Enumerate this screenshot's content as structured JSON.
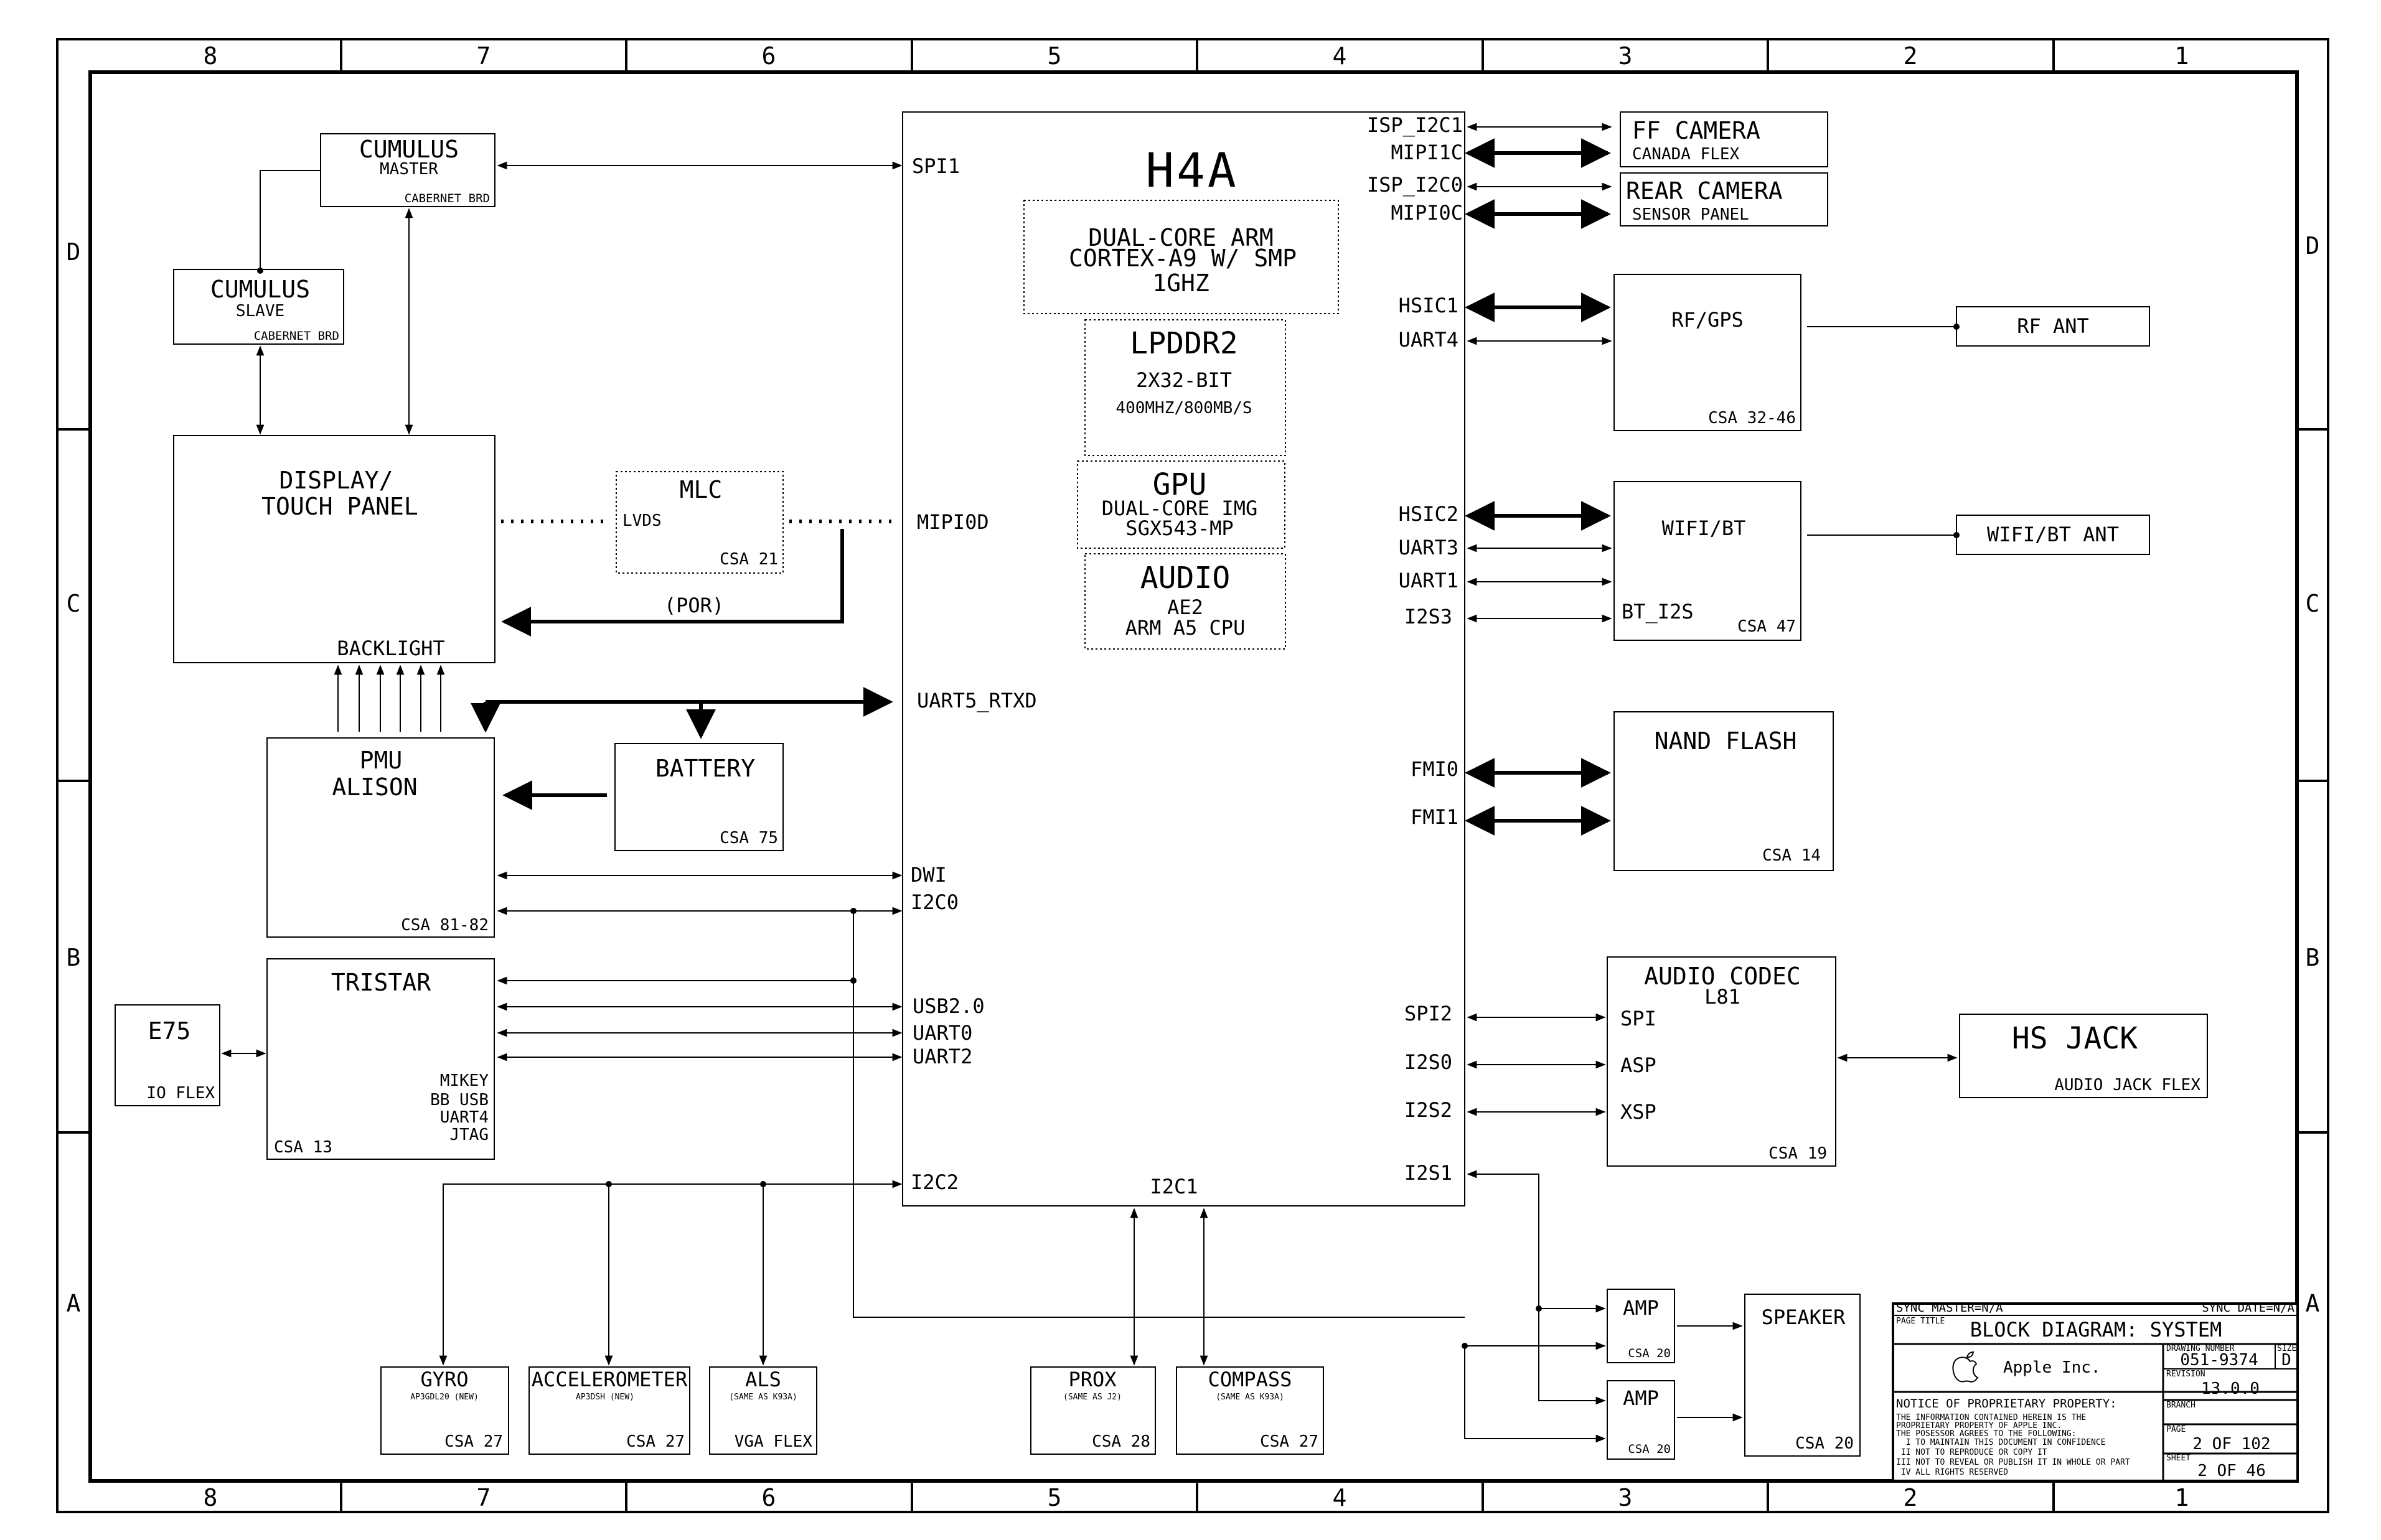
{
  "zone_columns": [
    "8",
    "7",
    "6",
    "5",
    "4",
    "3",
    "2",
    "1"
  ],
  "zone_rows": [
    "D",
    "C",
    "B",
    "A"
  ],
  "soc": {
    "name": "H4A",
    "cpu": [
      "DUAL-CORE ARM",
      "CORTEX-A9 W/ SMP",
      "1GHZ"
    ],
    "ram": {
      "title": "LPDDR2",
      "line1": "2X32-BIT",
      "line2": "400MHZ/800MB/S"
    },
    "gpu": {
      "title": "GPU",
      "line1": "DUAL-CORE IMG",
      "line2": "SGX543-MP"
    },
    "audio": {
      "title": "AUDIO",
      "line1": "AE2",
      "line2": "ARM A5 CPU"
    },
    "left_pins": [
      "SPI1",
      "MIPI0D",
      "UART5_RTXD",
      "DWI",
      "I2C0",
      "USB2.0",
      "UART0",
      "UART2",
      "I2C2"
    ],
    "bottom_pin": "I2C1",
    "right_pins": [
      "ISP_I2C1",
      "MIPI1C",
      "ISP_I2C0",
      "MIPI0C",
      "HSIC1",
      "UART4",
      "HSIC2",
      "UART3",
      "UART1",
      "I2S3",
      "FMI0",
      "FMI1",
      "SPI2",
      "I2S0",
      "I2S2",
      "I2S1"
    ]
  },
  "blocks": {
    "cumulus_master": {
      "title": "CUMULUS",
      "sub": "MASTER",
      "tag": "CABERNET BRD"
    },
    "cumulus_slave": {
      "title": "CUMULUS",
      "sub": "SLAVE",
      "tag": "CABERNET BRD"
    },
    "display": {
      "line1": "DISPLAY/",
      "line2": "TOUCH PANEL",
      "backlight": "BACKLIGHT"
    },
    "mlc": {
      "title": "MLC",
      "sub": "LVDS",
      "csa": "CSA 21"
    },
    "por": "(POR)",
    "pmu": {
      "line1": "PMU",
      "line2": "ALISON",
      "csa": "CSA 81-82"
    },
    "battery": {
      "title": "BATTERY",
      "csa": "CSA 75"
    },
    "tristar": {
      "title": "TRISTAR",
      "signals": [
        "MIKEY",
        "BB USB",
        "UART4",
        "JTAG"
      ],
      "csa": "CSA 13"
    },
    "e75": {
      "title": "E75",
      "tag": "IO FLEX"
    },
    "gyro": {
      "title": "GYRO",
      "sub": "AP3GDL20 (NEW)",
      "csa": "CSA 27"
    },
    "accel": {
      "title": "ACCELEROMETER",
      "sub": "AP3DSH (NEW)",
      "csa": "CSA 27"
    },
    "als": {
      "title": "ALS",
      "sub": "(SAME AS K93A)",
      "tag": "VGA FLEX"
    },
    "prox": {
      "title": "PROX",
      "sub": "(SAME AS J2)",
      "csa": "CSA 28"
    },
    "compass": {
      "title": "COMPASS",
      "sub": "(SAME AS K93A)",
      "csa": "CSA 27"
    },
    "ff_camera": {
      "title": "FF CAMERA",
      "sub": "CANADA FLEX"
    },
    "rear_camera": {
      "title": "REAR CAMERA",
      "sub": "SENSOR PANEL"
    },
    "rf_gps": {
      "title": "RF/GPS",
      "csa": "CSA 32-46"
    },
    "rf_ant": {
      "title": "RF ANT"
    },
    "wifi_bt": {
      "title": "WIFI/BT",
      "sub": "BT_I2S",
      "csa": "CSA 47"
    },
    "wifi_bt_ant": {
      "title": "WIFI/BT ANT"
    },
    "nand": {
      "title": "NAND FLASH",
      "csa": "CSA 14"
    },
    "codec": {
      "title": "AUDIO CODEC",
      "sub": "L81",
      "ports": [
        "SPI",
        "ASP",
        "XSP"
      ],
      "csa": "CSA 19"
    },
    "hs_jack": {
      "title": "HS JACK",
      "sub": "AUDIO JACK FLEX"
    },
    "amp1": {
      "title": "AMP",
      "csa": "CSA 20"
    },
    "amp2": {
      "title": "AMP",
      "csa": "CSA 20"
    },
    "speaker": {
      "title": "SPEAKER",
      "csa": "CSA 20"
    }
  },
  "title_block": {
    "sync_master": "SYNC MASTER=N/A",
    "sync_date": "SYNC DATE=N/A",
    "page_title_label": "PAGE TITLE",
    "page_title": "BLOCK DIAGRAM: SYSTEM",
    "drawing_number_label": "DRAWING NUMBER",
    "drawing_number": "051-9374",
    "size_label": "SIZE",
    "size": "D",
    "company": "Apple Inc.",
    "revision_label": "REVISION",
    "revision": "13.0.0",
    "branch_label": "BRANCH",
    "notice_title": "NOTICE OF PROPRIETARY PROPERTY:",
    "notice_lines": [
      "THE INFORMATION CONTAINED HEREIN IS THE",
      "PROPRIETARY PROPERTY OF APPLE INC.",
      "THE POSESSOR AGREES TO THE FOLLOWING:",
      "  I TO MAINTAIN THIS DOCUMENT IN CONFIDENCE",
      " II NOT TO REPRODUCE OR COPY IT",
      "III NOT TO REVEAL OR PUBLISH IT IN WHOLE OR PART",
      " IV ALL RIGHTS RESERVED"
    ],
    "page_label": "PAGE",
    "page": "2 OF 102",
    "sheet_label": "SHEET",
    "sheet": "2 OF 46"
  }
}
